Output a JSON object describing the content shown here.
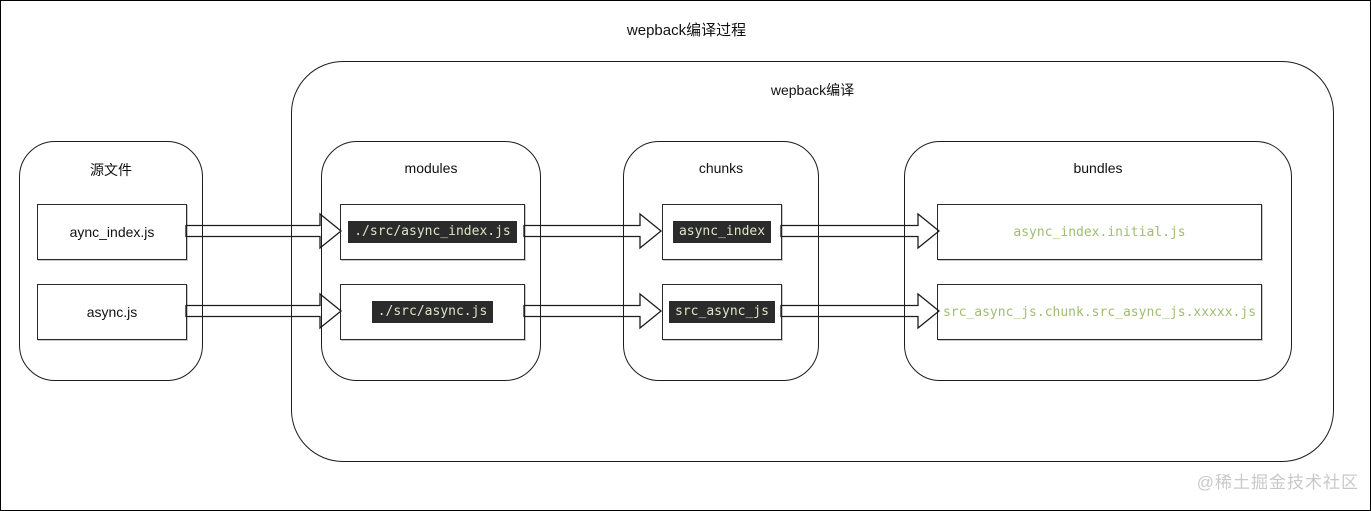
{
  "page": {
    "title": "wepback编译过程",
    "watermark": "@稀土掘金技术社区"
  },
  "diagram": {
    "compiler_container": {
      "label": "wepback编译"
    },
    "groups": [
      {
        "id": "source-files",
        "label": "源文件",
        "style": "plain",
        "items": [
          "aync_index.js",
          "async.js"
        ]
      },
      {
        "id": "modules",
        "label": "modules",
        "style": "code-dark",
        "items": [
          "./src/async_index.js",
          "./src/async.js"
        ]
      },
      {
        "id": "chunks",
        "label": "chunks",
        "style": "code-dark",
        "items": [
          "async_index",
          "src_async_js"
        ]
      },
      {
        "id": "bundles",
        "label": "bundles",
        "style": "code-green",
        "items": [
          "async_index.initial.js",
          "src_async_js.chunk.src_async_js.xxxxx.js"
        ]
      }
    ],
    "flows": [
      "source-files -> modules",
      "modules -> chunks",
      "chunks -> bundles"
    ],
    "colors": {
      "code_background": "#2b2b2b",
      "code_text": "#dbe4c6",
      "bundle_text": "#9fbd73",
      "line": "#1c1c1c",
      "watermark": "#c9c9c9"
    }
  }
}
